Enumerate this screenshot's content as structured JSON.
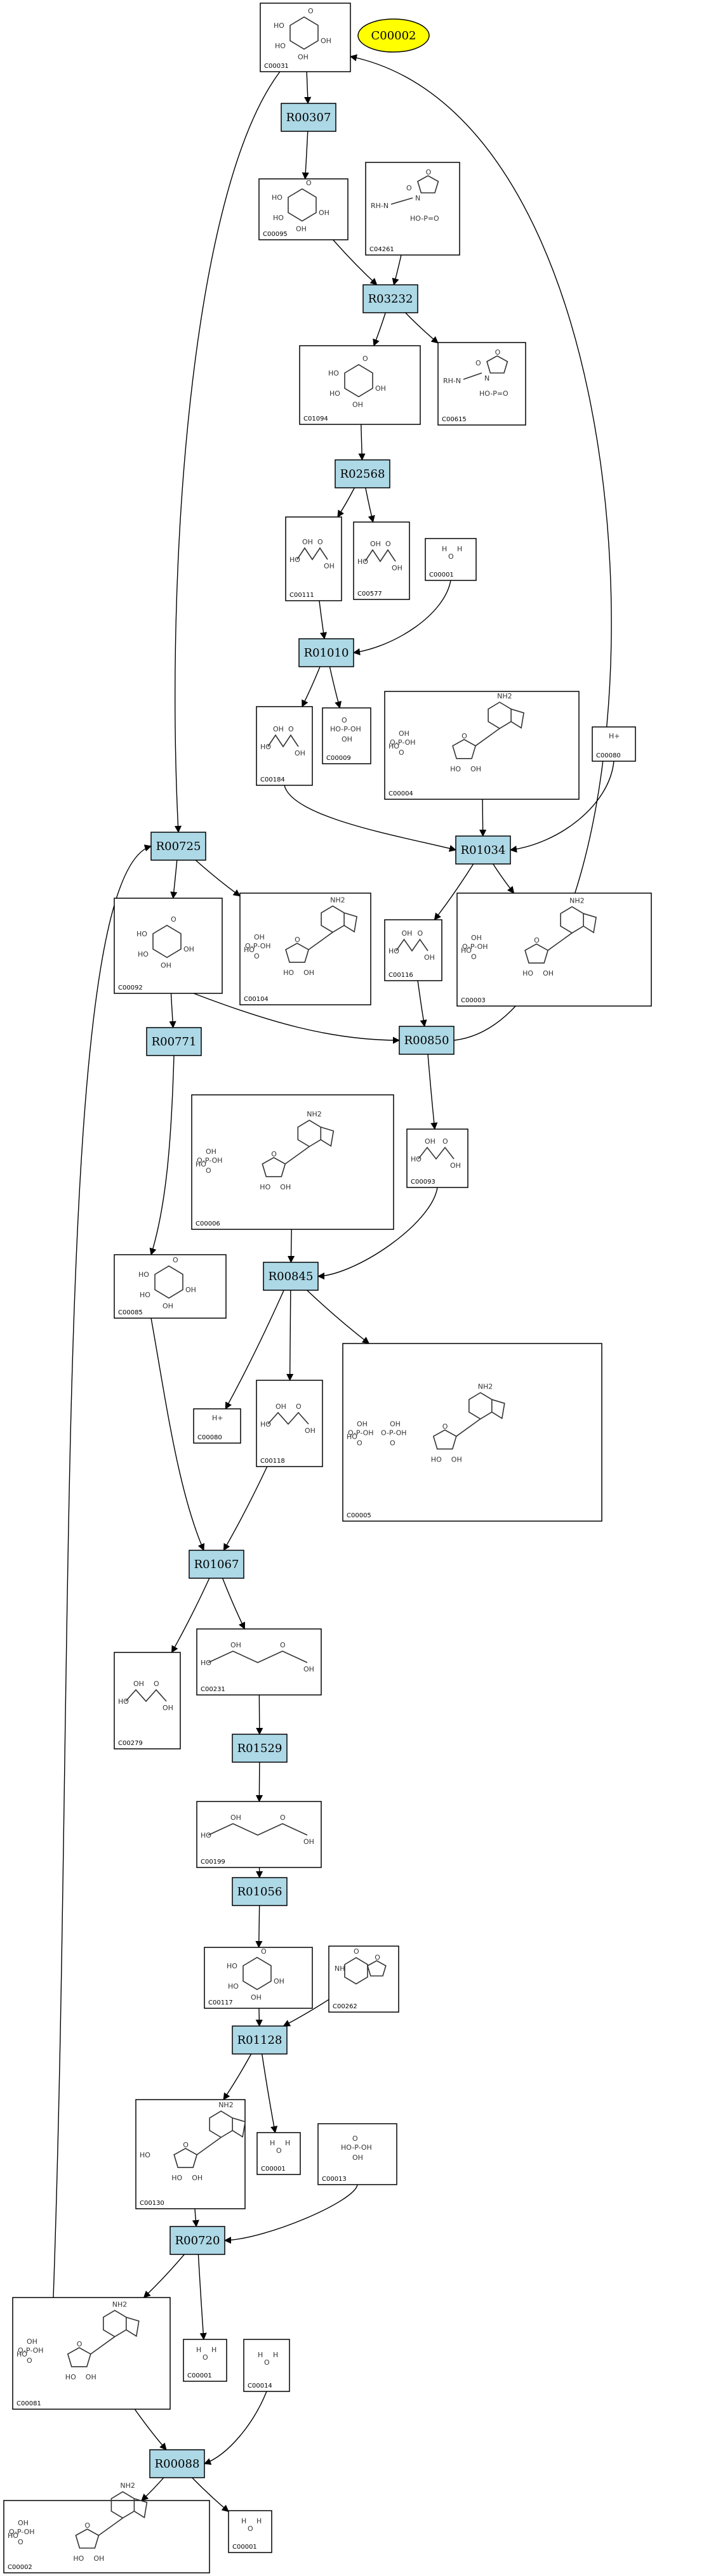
{
  "start_node": {
    "id": "start-c00002",
    "label": "C00002"
  },
  "reactions": [
    {
      "id": "R00307",
      "label": "R00307"
    },
    {
      "id": "R03232",
      "label": "R03232"
    },
    {
      "id": "R02568",
      "label": "R02568"
    },
    {
      "id": "R01010",
      "label": "R01010"
    },
    {
      "id": "R01034",
      "label": "R01034"
    },
    {
      "id": "R00725",
      "label": "R00725"
    },
    {
      "id": "R00771",
      "label": "R00771"
    },
    {
      "id": "R00850",
      "label": "R00850"
    },
    {
      "id": "R00845",
      "label": "R00845"
    },
    {
      "id": "R01067",
      "label": "R01067"
    },
    {
      "id": "R01529",
      "label": "R01529"
    },
    {
      "id": "R01056",
      "label": "R01056"
    },
    {
      "id": "R01128",
      "label": "R01128"
    },
    {
      "id": "R00720",
      "label": "R00720"
    },
    {
      "id": "R00088",
      "label": "R00088"
    }
  ],
  "compounds": [
    {
      "id": "C00031",
      "label": "C00031",
      "kind": "sugar"
    },
    {
      "id": "C00095",
      "label": "C00095",
      "kind": "sugar"
    },
    {
      "id": "C04261",
      "label": "C04261",
      "kind": "peptide"
    },
    {
      "id": "C01094",
      "label": "C01094",
      "kind": "sugar"
    },
    {
      "id": "C00615",
      "label": "C00615",
      "kind": "peptide"
    },
    {
      "id": "C00111",
      "label": "C00111",
      "kind": "chain"
    },
    {
      "id": "C00577",
      "label": "C00577",
      "kind": "chain"
    },
    {
      "id": "C00001a",
      "label": "C00001",
      "kind": "water"
    },
    {
      "id": "C00184",
      "label": "C00184",
      "kind": "chain"
    },
    {
      "id": "C00009a",
      "label": "C00009",
      "kind": "phosphate"
    },
    {
      "id": "C00004",
      "label": "C00004",
      "kind": "nucleotide"
    },
    {
      "id": "C00080a",
      "label": "C00080",
      "kind": "proton"
    },
    {
      "id": "C00116",
      "label": "C00116",
      "kind": "chain"
    },
    {
      "id": "C00003",
      "label": "C00003",
      "kind": "nucleotide"
    },
    {
      "id": "C00092",
      "label": "C00092",
      "kind": "sugar"
    },
    {
      "id": "C00104",
      "label": "C00104",
      "kind": "nucleotide"
    },
    {
      "id": "C00093",
      "label": "C00093",
      "kind": "chain"
    },
    {
      "id": "C00006",
      "label": "C00006",
      "kind": "nucleotide"
    },
    {
      "id": "C00085",
      "label": "C00085",
      "kind": "sugar"
    },
    {
      "id": "C00080b",
      "label": "C00080",
      "kind": "proton"
    },
    {
      "id": "C00118",
      "label": "C00118",
      "kind": "chain"
    },
    {
      "id": "C00005",
      "label": "C00005",
      "kind": "nucleotide"
    },
    {
      "id": "C00279",
      "label": "C00279",
      "kind": "chain"
    },
    {
      "id": "C00231",
      "label": "C00231",
      "kind": "chain"
    },
    {
      "id": "C00199",
      "label": "C00199",
      "kind": "chain"
    },
    {
      "id": "C00117",
      "label": "C00117",
      "kind": "sugar"
    },
    {
      "id": "C00262",
      "label": "C00262",
      "kind": "base"
    },
    {
      "id": "C00130",
      "label": "C00130",
      "kind": "nucleotide"
    },
    {
      "id": "C00001b",
      "label": "C00001",
      "kind": "water"
    },
    {
      "id": "C00013",
      "label": "C00013",
      "kind": "phosphate"
    },
    {
      "id": "C00001c",
      "label": "C00001",
      "kind": "water"
    },
    {
      "id": "C00014",
      "label": "C00014",
      "kind": "water"
    },
    {
      "id": "C00081",
      "label": "C00081",
      "kind": "nucleotide"
    },
    {
      "id": "C00002",
      "label": "C00002",
      "kind": "nucleotide"
    },
    {
      "id": "C00001d",
      "label": "C00001",
      "kind": "water"
    }
  ],
  "atoms": {
    "oh": "OH",
    "ho": "HO",
    "o": "O",
    "p": "P",
    "h": "H",
    "nh2": "NH2",
    "n": "N",
    "nh": "NH",
    "hplus": "H+",
    "r": "R"
  },
  "edges": [
    [
      "start:C00031",
      "R00307"
    ],
    [
      "R00307",
      "C00095"
    ],
    [
      "C00095",
      "R03232"
    ],
    [
      "C04261",
      "R03232"
    ],
    [
      "R03232",
      "C01094"
    ],
    [
      "R03232",
      "C00615"
    ],
    [
      "C01094",
      "R02568"
    ],
    [
      "R02568",
      "C00111"
    ],
    [
      "R02568",
      "C00577"
    ],
    [
      "C00111",
      "R01010"
    ],
    [
      "C00001a",
      "R01010"
    ],
    [
      "R01010",
      "C00184"
    ],
    [
      "R01010",
      "C00009a"
    ],
    [
      "C00184",
      "R01034"
    ],
    [
      "C00004",
      "R01034"
    ],
    [
      "C00080a",
      "R01034"
    ],
    [
      "R01034",
      "C00116"
    ],
    [
      "R01034",
      "C00003"
    ],
    [
      "C00031",
      "R00725"
    ],
    [
      "R00725",
      "C00092"
    ],
    [
      "R00725",
      "C00104"
    ],
    [
      "C00092",
      "R00771"
    ],
    [
      "C00092",
      "R00850"
    ],
    [
      "C00116",
      "R00850"
    ],
    [
      "R00850",
      "C00093"
    ],
    [
      "R00850",
      "C00031"
    ],
    [
      "R00771",
      "C00085"
    ],
    [
      "C00006",
      "R00845"
    ],
    [
      "C00093",
      "R00845"
    ],
    [
      "R00845",
      "C00080b"
    ],
    [
      "R00845",
      "C00118"
    ],
    [
      "R00845",
      "C00005"
    ],
    [
      "C00085",
      "R01067"
    ],
    [
      "C00118",
      "R01067"
    ],
    [
      "R01067",
      "C00279"
    ],
    [
      "R01067",
      "C00231"
    ],
    [
      "C00231",
      "R01529"
    ],
    [
      "R01529",
      "C00199"
    ],
    [
      "C00199",
      "R01056"
    ],
    [
      "R01056",
      "C00117"
    ],
    [
      "C00117",
      "R01128"
    ],
    [
      "C00262",
      "R01128"
    ],
    [
      "R01128",
      "C00130"
    ],
    [
      "R01128",
      "C00001b"
    ],
    [
      "C00130",
      "R00720"
    ],
    [
      "C00013",
      "R00720"
    ],
    [
      "R00720",
      "C00001c"
    ],
    [
      "R00720",
      "C00081"
    ],
    [
      "C00081",
      "R00725"
    ],
    [
      "C00081",
      "R00088"
    ],
    [
      "C00014",
      "R00088"
    ],
    [
      "R00088",
      "C00002"
    ],
    [
      "R00088",
      "C00001d"
    ]
  ]
}
